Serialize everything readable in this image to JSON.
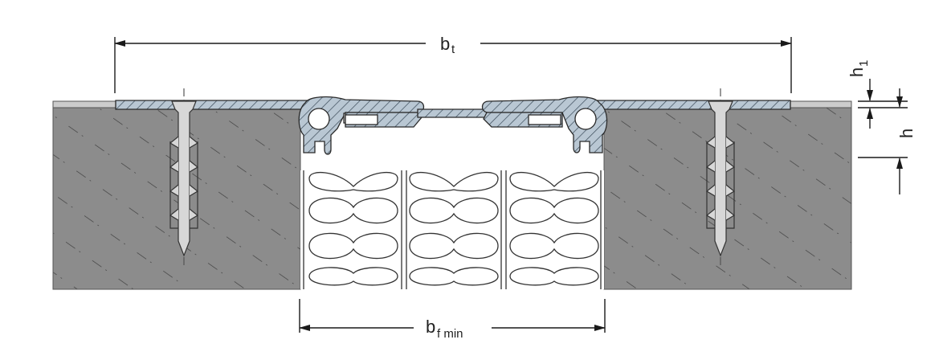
{
  "labels": {
    "bt_base": "b",
    "bt_sub": "t",
    "bf_base": "b",
    "bf_sub": "f min",
    "h1_base": "h",
    "h1_sub": "1",
    "h_base": "h"
  },
  "colors": {
    "concrete": "#8c8c8c",
    "profile": "#b9c7d3",
    "anchor": "#d7d7d7",
    "line": "#2a2a2a",
    "filler": "#ffffff"
  }
}
